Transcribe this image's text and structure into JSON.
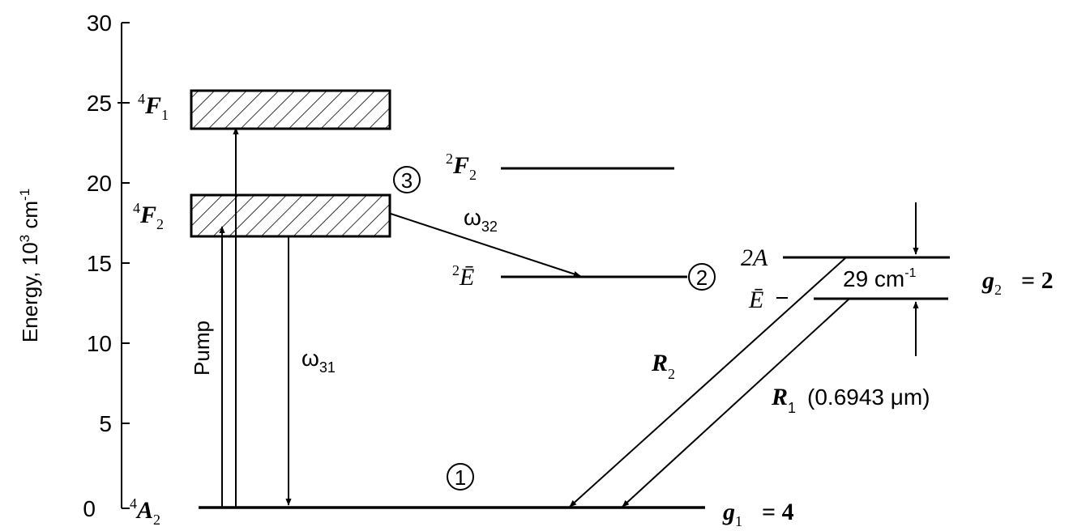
{
  "axis": {
    "label": "Energy, 10",
    "label_sup": "3",
    "label_unit": " cm",
    "label_unit_sup": "-1",
    "ticks": [
      "0",
      "5",
      "10",
      "15",
      "20",
      "25",
      "30"
    ]
  },
  "levels": {
    "f1": {
      "sup": "4",
      "letter": "F",
      "sub": "1"
    },
    "f2": {
      "sup": "4",
      "letter": "F",
      "sub": "2"
    },
    "f2b": {
      "sup": "2",
      "letter": "F",
      "sub": "2"
    },
    "e": {
      "sup": "2",
      "letter": "Ē"
    },
    "a2": {
      "sup": "4",
      "letter": "A",
      "sub": "2"
    },
    "twoA": "2A",
    "ebar": "Ē"
  },
  "markers": {
    "m1": "1",
    "m2": "2",
    "m3": "3"
  },
  "labels": {
    "pump": "Pump",
    "w31_sym": "ω",
    "w31_sub": "31",
    "w32_sym": "ω",
    "w32_sub": "32",
    "r2": "R",
    "r2_sub": "2",
    "r1": "R",
    "r1_sub": "1",
    "r1_wavelength": "(0.6943 μm)",
    "splitting": "29 cm",
    "splitting_sup": "-1",
    "g2": "g",
    "g2_sub": "2",
    "g2_eq": "= 2",
    "g1": "g",
    "g1_sub": "1",
    "g1_eq": "= 4"
  }
}
